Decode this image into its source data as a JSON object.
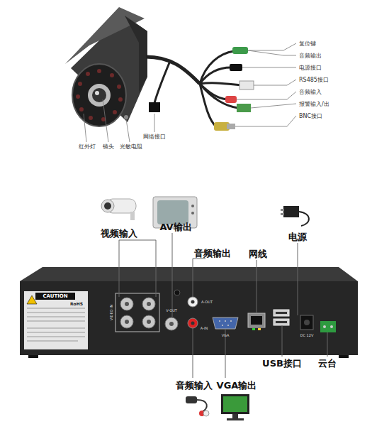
{
  "diagram": {
    "labels": [
      "复位键",
      "音频输出",
      "电源接口",
      "RS485接口",
      "音频输入",
      "报警输入/出",
      "BNC接口",
      "红外灯",
      "镜头",
      "光敏电阻",
      "网络接口",
      "视频输入",
      "AV输出",
      "音频输出",
      "网线",
      "电源",
      "USB接口",
      "云台",
      "音频输入",
      "VGA输出",
      "CAUTION",
      "RoHS",
      "VIDEO IN",
      "V-OUT",
      "A-OUT",
      "A-IN",
      "VGA",
      "DC 12V"
    ]
  }
}
